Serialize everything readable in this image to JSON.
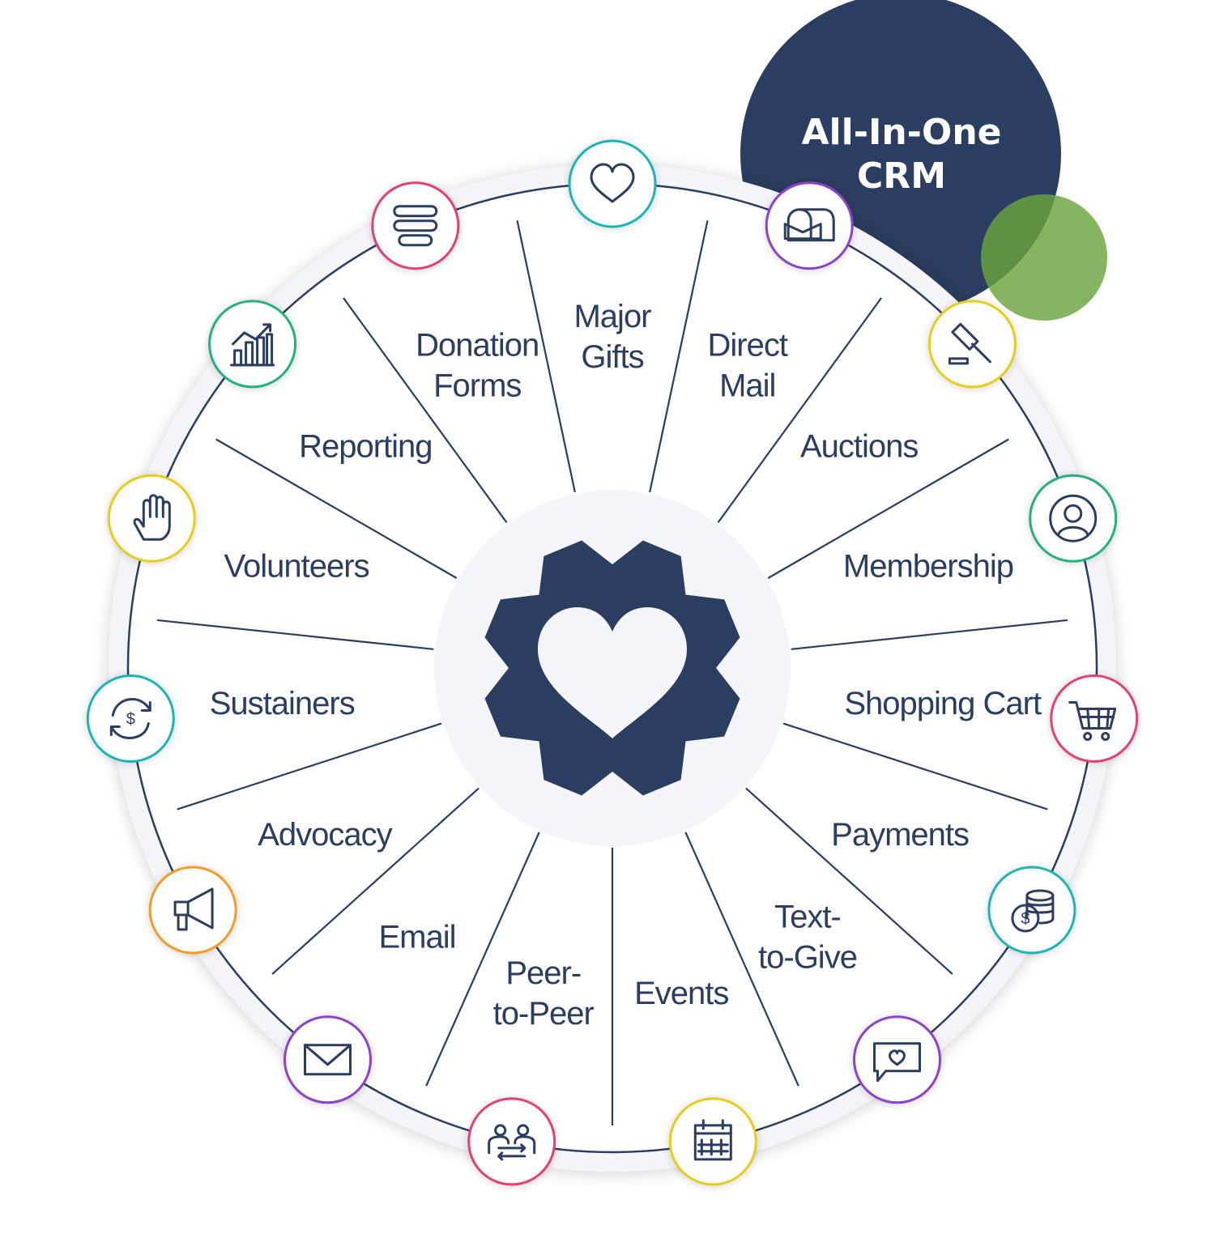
{
  "badge": {
    "line1": "All-In-One",
    "line2": "CRM",
    "color": "#2b3d60",
    "accent": "#6ba33e"
  },
  "center": {
    "icon": "gear-heart-icon",
    "color": "#2b3d60"
  },
  "line_color": "#2b3d60",
  "segments": [
    {
      "lines": [
        "Major",
        "Gifts"
      ],
      "icon": "heart-icon",
      "ring": "#1cb5b5"
    },
    {
      "lines": [
        "Direct",
        "Mail"
      ],
      "icon": "mailbox-icon",
      "ring": "#8c42c9"
    },
    {
      "lines": [
        "Auctions"
      ],
      "icon": "gavel-icon",
      "ring": "#e8cc1a"
    },
    {
      "lines": [
        "Membership"
      ],
      "icon": "user-icon",
      "ring": "#26b07c"
    },
    {
      "lines": [
        "Shopping Cart"
      ],
      "icon": "cart-icon",
      "ring": "#e33f74"
    },
    {
      "lines": [
        "Payments"
      ],
      "icon": "coins-icon",
      "ring": "#1cb5b5"
    },
    {
      "lines": [
        "Text-",
        "to-Give"
      ],
      "icon": "chat-heart-icon",
      "ring": "#8c42c9"
    },
    {
      "lines": [
        "Events"
      ],
      "icon": "calendar-icon",
      "ring": "#e8cc1a"
    },
    {
      "lines": [
        "Peer-",
        "to-Peer"
      ],
      "icon": "peer-exchange-icon",
      "ring": "#e33f74"
    },
    {
      "lines": [
        "Email"
      ],
      "icon": "envelope-icon",
      "ring": "#8c42c9"
    },
    {
      "lines": [
        "Advocacy"
      ],
      "icon": "megaphone-icon",
      "ring": "#f59a23"
    },
    {
      "lines": [
        "Sustainers"
      ],
      "icon": "recurring-dollar-icon",
      "ring": "#1cb5b5"
    },
    {
      "lines": [
        "Volunteers"
      ],
      "icon": "hand-icon",
      "ring": "#e8cc1a"
    },
    {
      "lines": [
        "Reporting"
      ],
      "icon": "chart-icon",
      "ring": "#26b07c"
    },
    {
      "lines": [
        "Donation",
        "Forms"
      ],
      "icon": "form-icon",
      "ring": "#e33f74"
    }
  ]
}
